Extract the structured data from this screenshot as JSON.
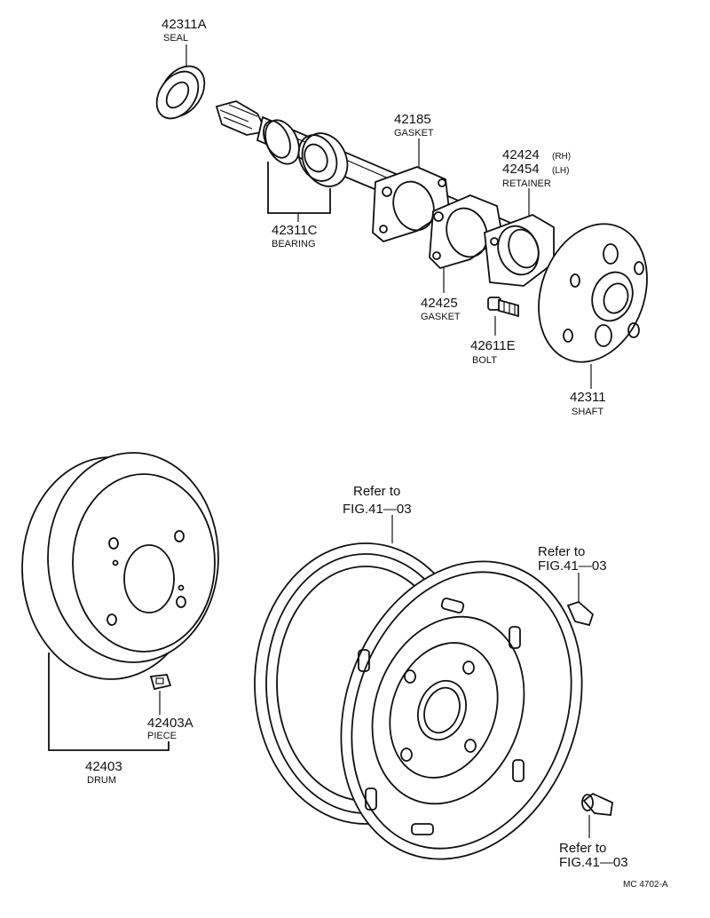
{
  "parts": {
    "seal": {
      "number": "42311A",
      "label": "SEAL"
    },
    "bearing": {
      "number": "42311C",
      "label": "BEARING"
    },
    "gasket_a": {
      "number": "42185",
      "label": "GASKET"
    },
    "retainer": {
      "number_rh": "42424",
      "side_rh": "(RH)",
      "number_lh": "42454",
      "side_lh": "(LH)",
      "label": "RETAINER"
    },
    "gasket_b": {
      "number": "42425",
      "label": "GASKET"
    },
    "bolt": {
      "number": "42611E",
      "label": "BOLT"
    },
    "shaft": {
      "number": "42311",
      "label": "SHAFT"
    },
    "piece": {
      "number": "42403A",
      "label": "PIECE"
    },
    "drum": {
      "number": "42403",
      "label": "DRUM"
    }
  },
  "refs": {
    "wheel": {
      "line1": "Refer to",
      "line2": "FIG.41—03"
    },
    "clip": {
      "line1": "Refer to",
      "line2": "FIG.41—03"
    },
    "nut": {
      "line1": "Refer to",
      "line2": "FIG.41—03"
    }
  },
  "code": "MC 4702-A"
}
